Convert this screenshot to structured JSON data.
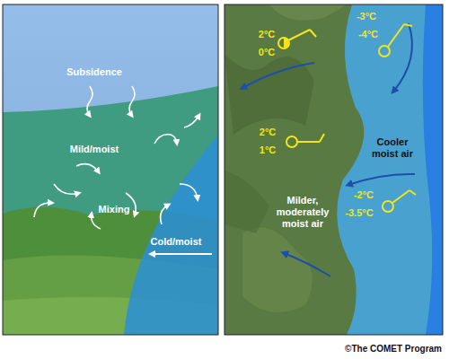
{
  "diagram": {
    "labels": [
      "Subsidence",
      "Mild/moist",
      "Mixing",
      "Cold/moist",
      "2°C",
      "0°C",
      "-3°C",
      "-4°C",
      "2°C",
      "1°C",
      "Cooler moist air",
      "Milder, moderately moist air",
      "-2°C",
      "-3.5°C",
      "©The COMET Program"
    ]
  }
}
